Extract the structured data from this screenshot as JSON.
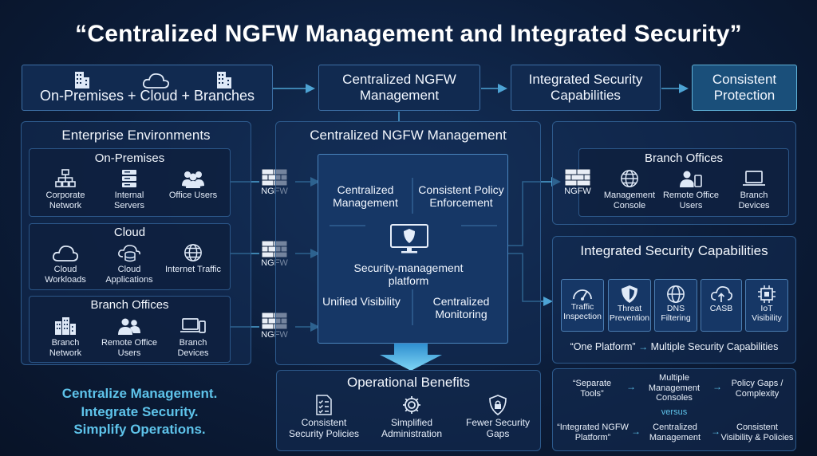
{
  "title": "“Centralized NGFW Management and Integrated Security”",
  "flow": {
    "sources": "On-Premises + Cloud + Branches",
    "step1": "Centralized NGFW Management",
    "step2": "Integrated Security Capabilities",
    "step3": "Consistent Protection"
  },
  "enterprise": {
    "title": "Enterprise Environments",
    "on_prem": {
      "title": "On-Premises",
      "items": [
        "Corporate Network",
        "Internal Servers",
        "Office Users"
      ]
    },
    "cloud": {
      "title": "Cloud",
      "items": [
        "Cloud Workloads",
        "Cloud Applications",
        "Internet Traffic"
      ]
    },
    "branch": {
      "title": "Branch Offices",
      "items": [
        "Branch Network",
        "Remote Office Users",
        "Branch Devices"
      ]
    }
  },
  "ngfw_label": "NGFW",
  "center": {
    "title": "Centralized NGFW Management",
    "q1": "Centralized Management",
    "q2": "Consistent Policy Enforcement",
    "platform": "Security-management platform",
    "q3": "Unified Visibility",
    "q4": "Centralized Monitoring"
  },
  "benefits": {
    "title": "Operational Benefits",
    "items": [
      "Consistent Security Policies",
      "Simplified Administration",
      "Fewer Security Gaps"
    ]
  },
  "tagline": [
    "Centralize Management.",
    "Integrate Security.",
    "Simplify Operations."
  ],
  "branch_right": {
    "title": "Branch Offices",
    "items": [
      "Management Console",
      "Remote Office Users",
      "Branch Devices"
    ]
  },
  "capabilities": {
    "title": "Integrated Security Capabilities",
    "items": [
      "Traffic Inspection",
      "Threat Prevention",
      "DNS Filtering",
      "CASB",
      "IoT Visibility"
    ],
    "footer_left": "“One Platform”",
    "footer_right": "Multiple Security Capabilities"
  },
  "comparison": {
    "row1": [
      "“Separate Tools”",
      "Multiple Management Consoles",
      "Policy Gaps / Complexity"
    ],
    "versus": "versus",
    "row2": [
      "“Integrated NGFW Platform”",
      "Centralized Management",
      "Consistent Visibility & Policies"
    ],
    "arrow": "→"
  },
  "colors": {
    "accent": "#5ec3ea",
    "panel_border": "#2d5a8c",
    "background": "#0b1a33"
  }
}
